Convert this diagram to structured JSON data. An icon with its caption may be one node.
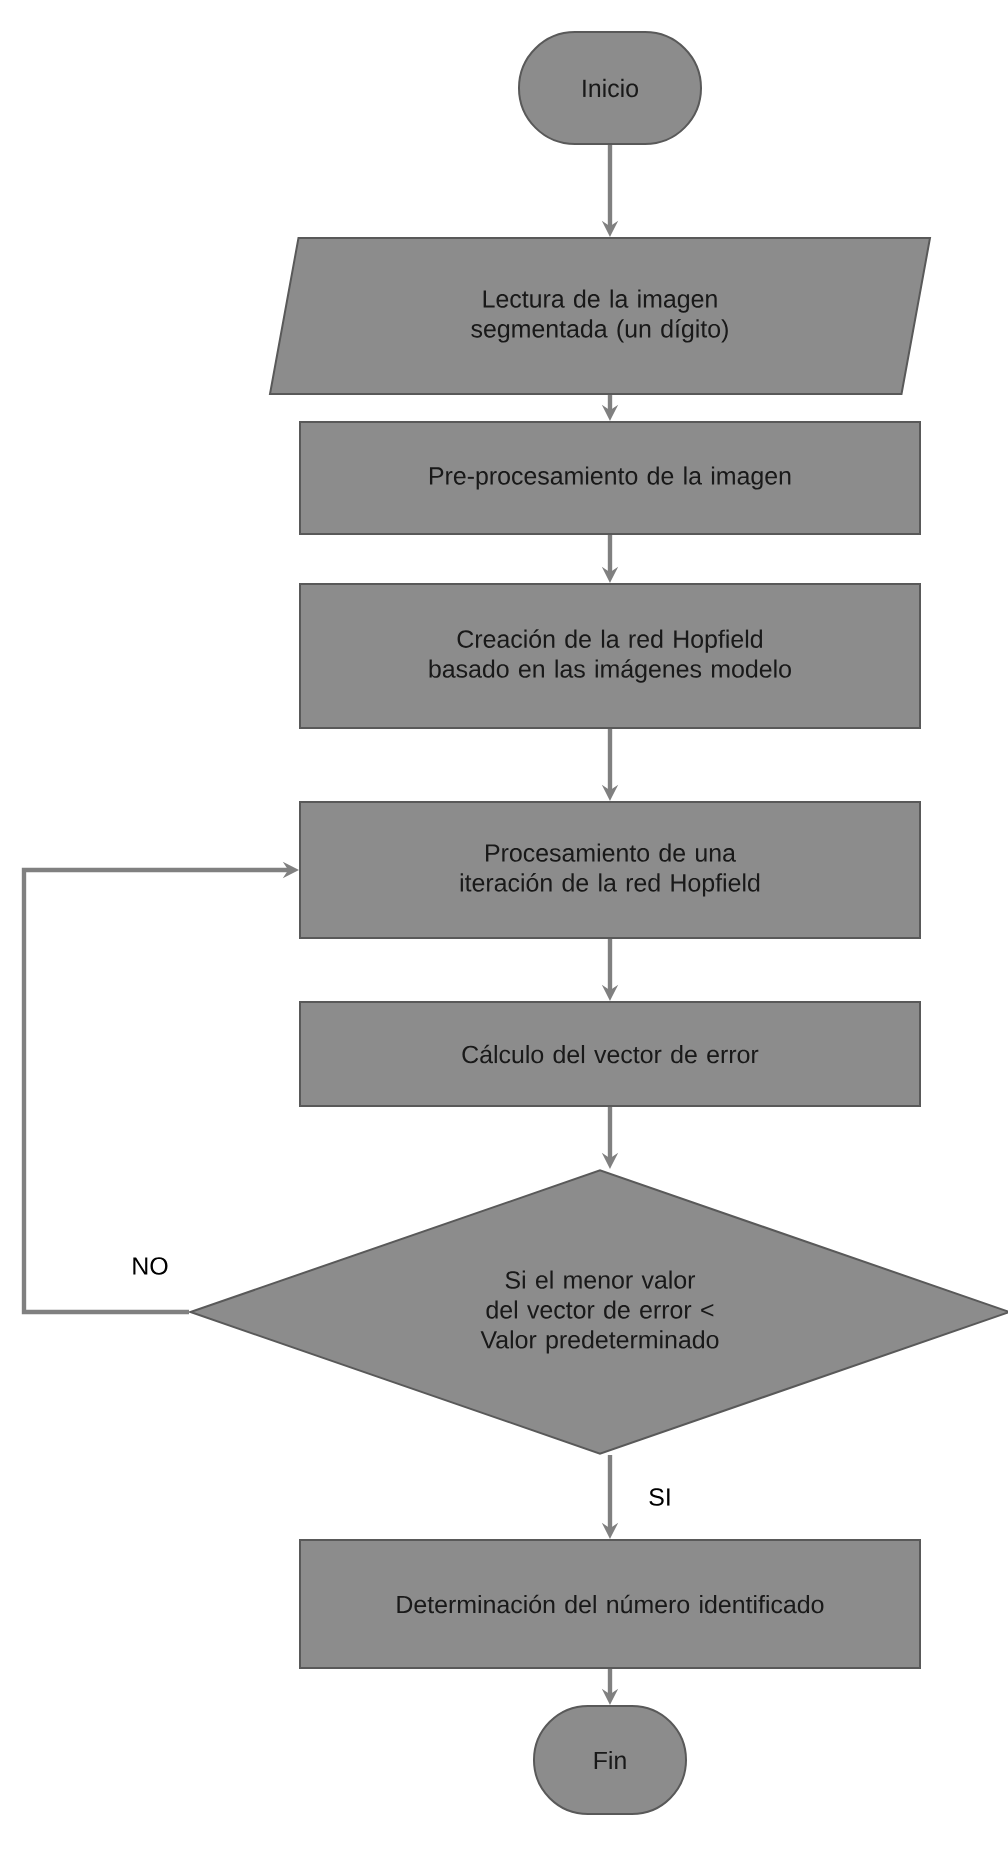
{
  "diagram": {
    "nodes": [
      {
        "text": [
          "Inicio"
        ]
      },
      {
        "text": [
          "Lectura de la imagen segmentada (un dígito)"
        ]
      },
      {
        "text": [
          "Pre-procesamiento de la imagen"
        ]
      },
      {
        "text": [
          "Creación de la red Hopfield basado en las imágenes modelo"
        ]
      },
      {
        "text": [
          "Procesamiento de una iteración de la red Hopfield"
        ]
      },
      {
        "text": [
          "Cálculo del vector de error"
        ]
      },
      {
        "text": [
          "Si el menor valor del vector de error < Valor predeterminado"
        ]
      },
      {
        "text": [
          "Determinación del número identificado"
        ]
      },
      {
        "text": [
          "Fin"
        ]
      }
    ],
    "edges": [
      {
        "from": 0,
        "to": 1,
        "arrow": "to"
      },
      {
        "from": 1,
        "to": 2,
        "arrow": "to"
      },
      {
        "from": 2,
        "to": 3,
        "arrow": "to"
      },
      {
        "from": 3,
        "to": 4,
        "arrow": "to"
      },
      {
        "from": 4,
        "to": 5,
        "arrow": "to"
      },
      {
        "from": 5,
        "to": 6,
        "arrow": "to"
      },
      {
        "from": 6,
        "to": 7,
        "arrow": "to",
        "label": "SI"
      },
      {
        "from": 7,
        "to": 8,
        "arrow": "to"
      },
      {
        "from": 6,
        "to": 4,
        "arrow": "to",
        "label": "NO"
      }
    ]
  }
}
